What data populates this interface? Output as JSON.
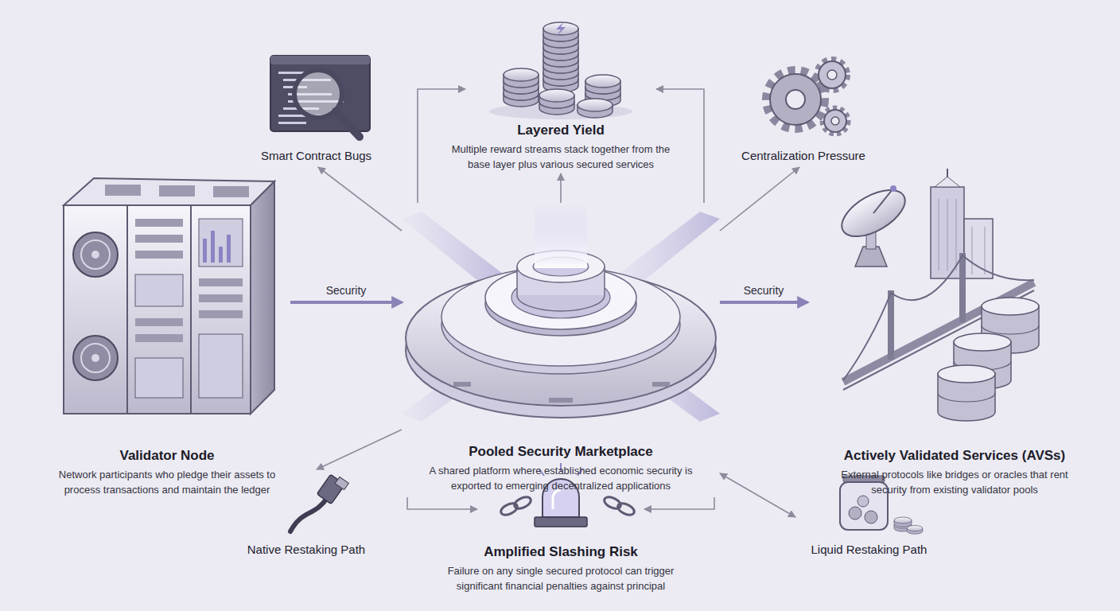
{
  "diagram": {
    "nodes": [
      {
        "text": [
          "Smart Contract Bugs"
        ]
      },
      {
        "text": [
          "Layered Yield",
          "Multiple reward streams stack together from the base layer plus various secured services"
        ]
      },
      {
        "text": [
          "Centralization Pressure"
        ]
      },
      {
        "text": [
          "Validator Node",
          "Network participants who pledge their assets to process transactions and maintain the ledger"
        ]
      },
      {
        "text": [
          "Pooled Security Marketplace",
          "A shared platform where established economic security is exported to emerging decentralized applications"
        ]
      },
      {
        "text": [
          "Actively Validated Services (AVSs)",
          "External protocols like bridges or oracles that rent security from existing validator pools"
        ]
      },
      {
        "text": [
          "Native Restaking Path"
        ]
      },
      {
        "text": [
          "Amplified Slashing Risk",
          "Failure on any single secured protocol can trigger significant financial penalties against principal"
        ]
      },
      {
        "text": [
          "Liquid Restaking Path"
        ]
      }
    ],
    "edges": [
      {
        "from": 3,
        "to": 4,
        "label": "Security",
        "arrow": "to"
      },
      {
        "from": 4,
        "to": 5,
        "label": "Security",
        "arrow": "to"
      },
      {
        "from": 4,
        "to": 1,
        "arrow": "to"
      },
      {
        "from": 4,
        "to": 1,
        "arrow": "to"
      },
      {
        "from": 4,
        "to": 1,
        "arrow": "to"
      },
      {
        "from": 4,
        "to": 0,
        "arrow": "to"
      },
      {
        "from": 4,
        "to": 2,
        "arrow": "to"
      },
      {
        "from": 4,
        "to": 6,
        "arrow": "to"
      },
      {
        "from": 4,
        "to": 7,
        "arrow": "to"
      },
      {
        "from": 4,
        "to": 7,
        "arrow": "to"
      },
      {
        "from": 4,
        "to": 8,
        "arrow": "both"
      }
    ]
  }
}
